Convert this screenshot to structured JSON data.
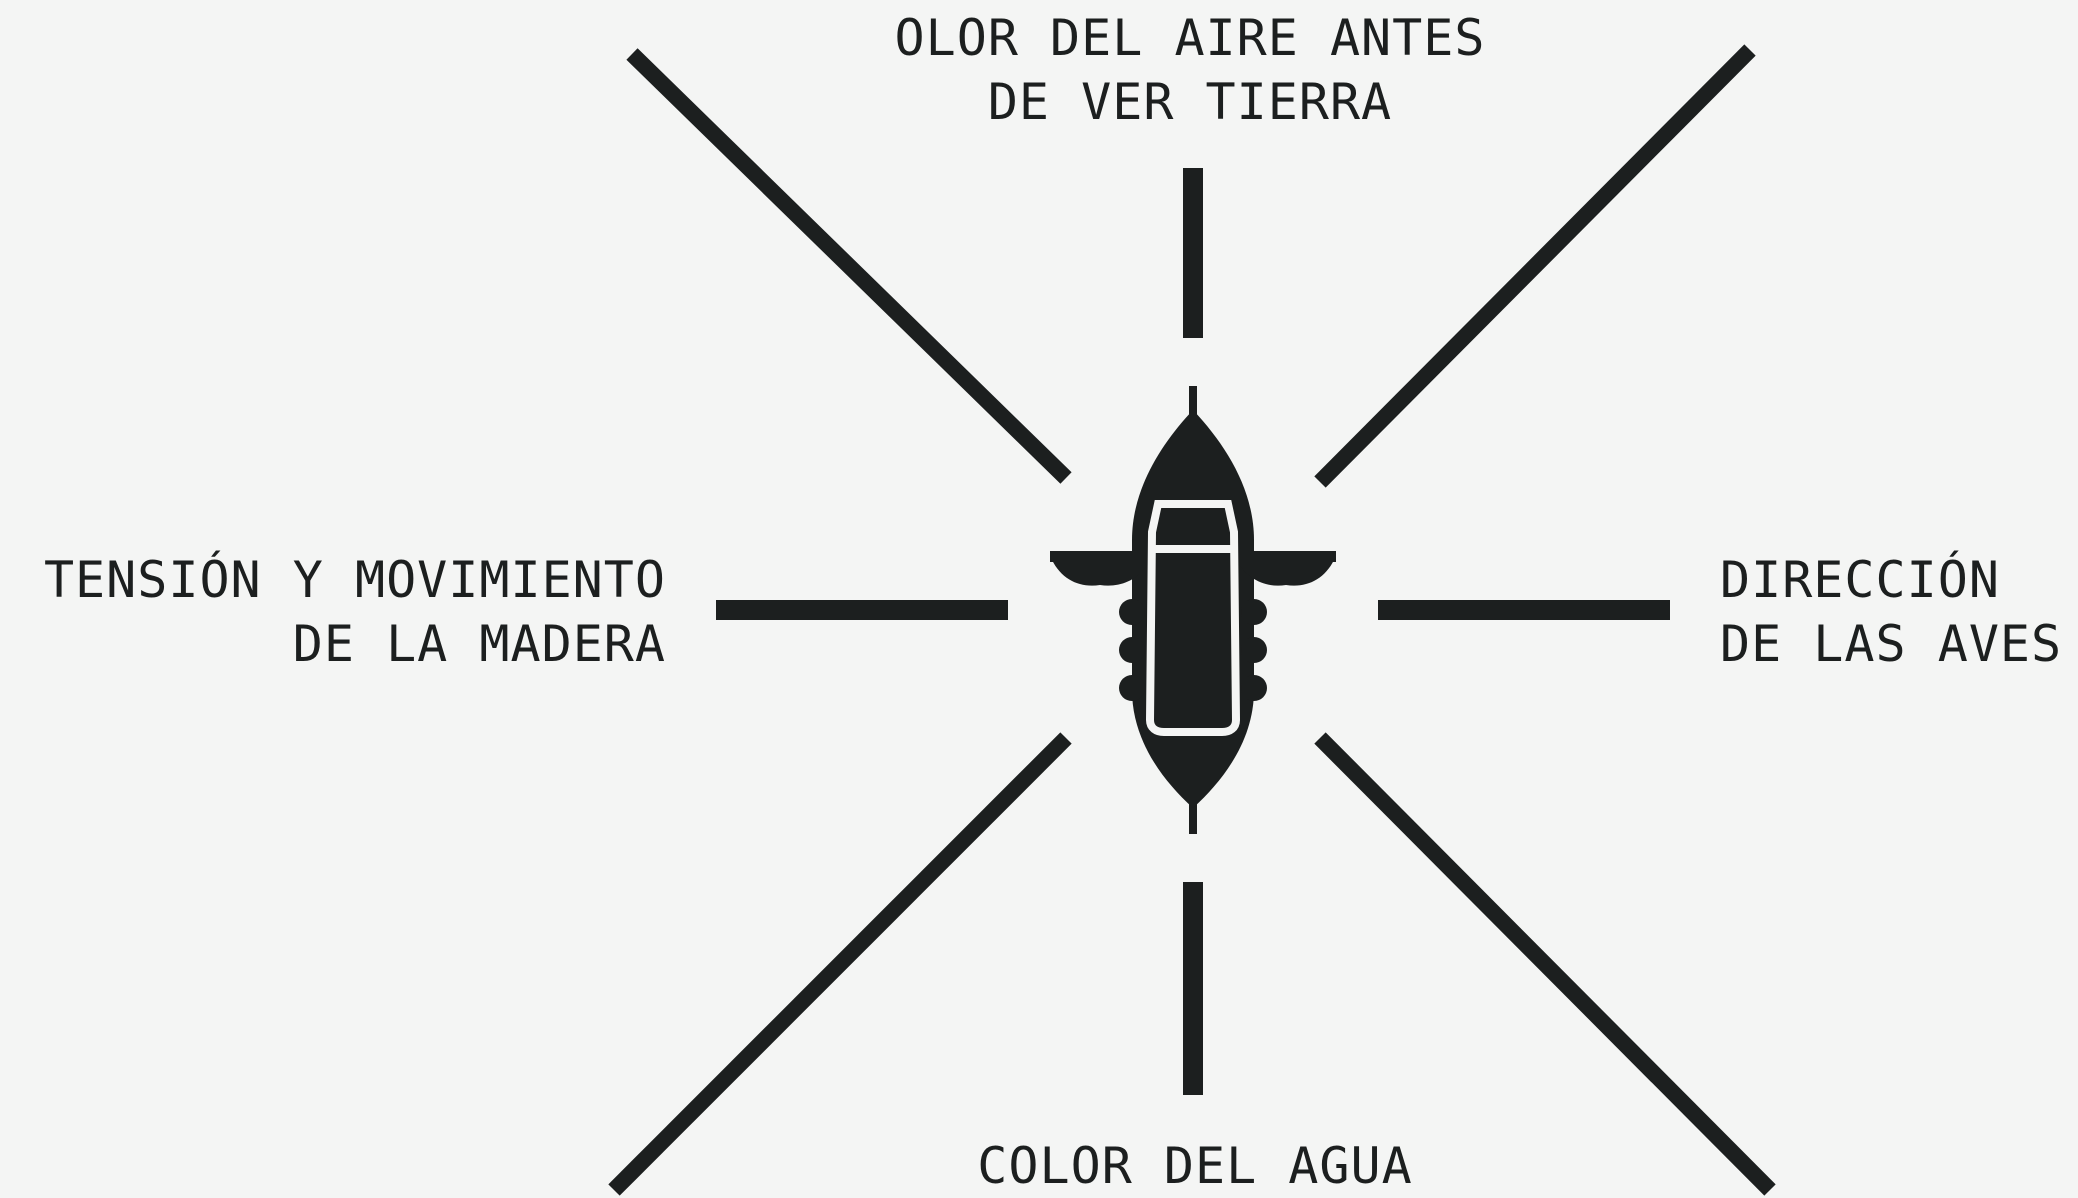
{
  "labels": {
    "top": {
      "line1": "OLOR DEL AIRE ANTES",
      "line2": "DE VER TIERRA"
    },
    "left": {
      "line1": "TENSIÓN Y MOVIMIENTO",
      "line2": "DE LA MADERA"
    },
    "right": {
      "line1": "DIRECCIÓN",
      "line2": "DE LAS AVES"
    },
    "bottom": {
      "line1": "COLOR DEL AGUA"
    }
  },
  "center_icon": "boat-top-view-icon",
  "colors": {
    "ink": "#1c1f1f",
    "background": "#f4f5f4"
  }
}
